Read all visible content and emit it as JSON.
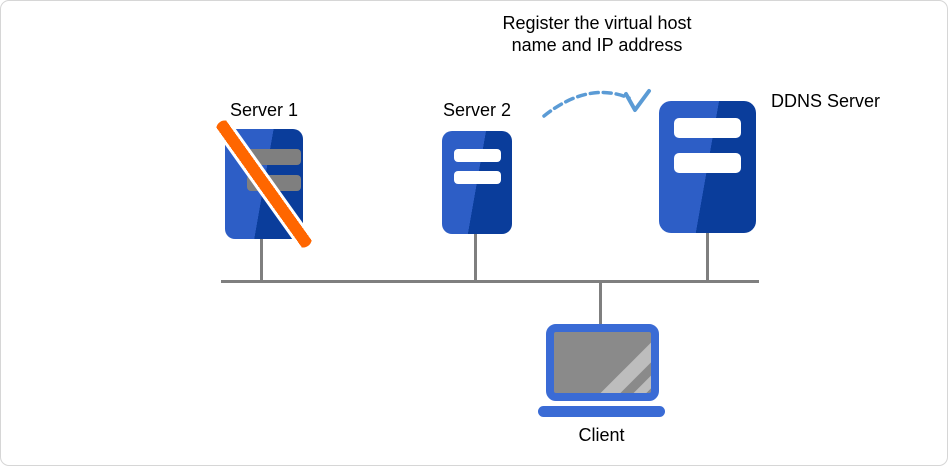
{
  "canvas": {
    "annotation": {
      "line1": "Register the virtual host",
      "line2": "name and IP address"
    },
    "nodes": {
      "server1": {
        "label": "Server 1",
        "status": "failed",
        "icon": "server-icon"
      },
      "server2": {
        "label": "Server 2",
        "icon": "server-icon"
      },
      "ddns_server": {
        "label": "DDNS Server",
        "icon": "server-icon"
      },
      "client": {
        "label": "Client",
        "icon": "laptop-icon"
      }
    },
    "arrow_icon": "dashed-curved-arrow-icon"
  },
  "colors": {
    "server_blue_light": "#2D5EC6",
    "server_blue_dark": "#0A3D9B",
    "slot_white": "#FFFFFF",
    "slot_gray": "#7F7F7F",
    "failure_orange": "#FF6600",
    "laptop_blue": "#3A6BD5",
    "screen_gray": "#8A8A8A",
    "screen_stripe": "#BDBDBD",
    "network_line": "#7F7F7F",
    "arrow_blue": "#5B9BD5",
    "canvas_border": "#D6D6D6"
  }
}
